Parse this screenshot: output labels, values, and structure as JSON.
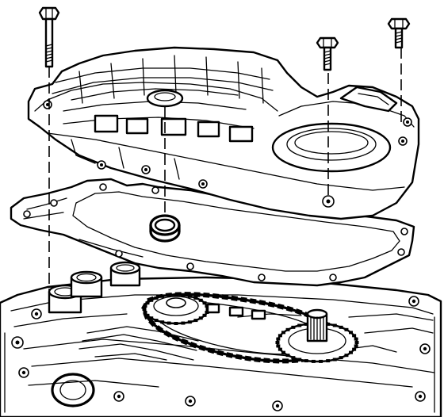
{
  "diagram": {
    "kind": "exploded-view line illustration",
    "components": [
      {
        "id": "bolt-long",
        "icon": "bolt-icon"
      },
      {
        "id": "bolt-short-center",
        "icon": "bolt-icon"
      },
      {
        "id": "bolt-short-right",
        "icon": "bolt-icon"
      },
      {
        "id": "valve-body-cover",
        "icon": "cover-icon"
      },
      {
        "id": "gasket",
        "icon": "gasket-icon"
      },
      {
        "id": "seal-ring",
        "icon": "seal-icon"
      },
      {
        "id": "transmission-case",
        "icon": "case-icon"
      },
      {
        "id": "drive-chain",
        "icon": "chain-icon"
      },
      {
        "id": "drive-sprocket",
        "icon": "sprocket-icon"
      },
      {
        "id": "driven-sprocket",
        "icon": "sprocket-icon"
      }
    ],
    "colors": {
      "line": "#000000",
      "fill": "#ffffff"
    }
  }
}
